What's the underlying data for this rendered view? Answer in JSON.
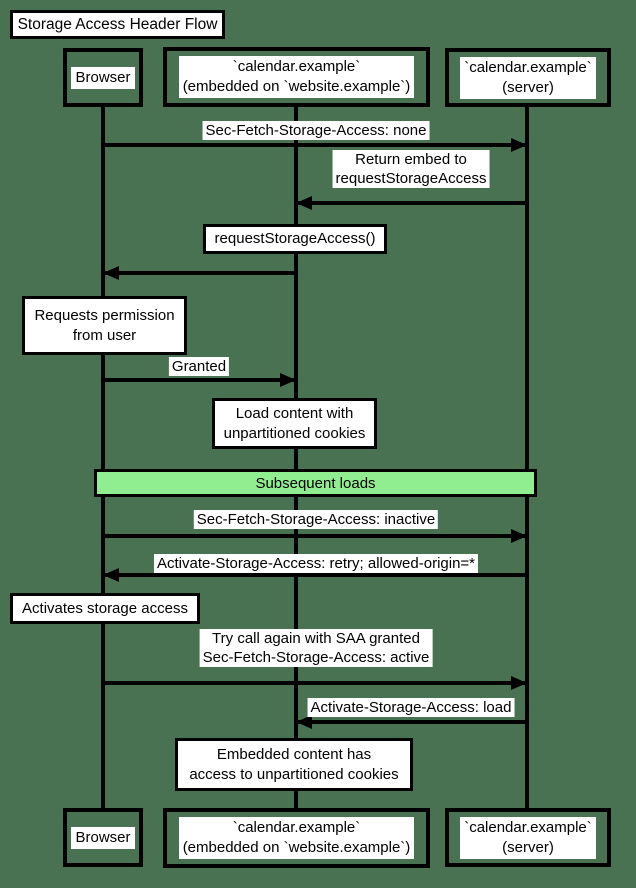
{
  "colors": {
    "background": "#497253",
    "line": "#000000",
    "box_fill": "#ffffff",
    "divider_fill": "#90ee90"
  },
  "title": "Storage Access Header Flow",
  "participants": {
    "browser": {
      "label": "Browser"
    },
    "embedded": {
      "line1": "`calendar.example`",
      "line2": "(embedded on `website.example`)"
    },
    "server": {
      "line1": "`calendar.example`",
      "line2": "(server)"
    }
  },
  "messages": {
    "m1": {
      "label": "Sec-Fetch-Storage-Access: none",
      "from": "browser",
      "to": "server"
    },
    "m2": {
      "line1": "Return embed to",
      "line2": "requestStorageAccess",
      "from": "server",
      "to": "embedded"
    },
    "m3": {
      "from": "embedded",
      "to": "browser"
    },
    "m4": {
      "label": "Granted",
      "from": "browser",
      "to": "embedded"
    },
    "m5": {
      "label": "Sec-Fetch-Storage-Access: inactive",
      "from": "browser",
      "to": "server"
    },
    "m6": {
      "label": "Activate-Storage-Access: retry; allowed-origin=*",
      "from": "server",
      "to": "browser"
    },
    "m7": {
      "line1": "Try call again with SAA granted",
      "line2": "Sec-Fetch-Storage-Access: active",
      "from": "browser",
      "to": "server"
    },
    "m8": {
      "label": "Activate-Storage-Access: load",
      "from": "server",
      "to": "embedded"
    }
  },
  "notes": {
    "request_storage_access": {
      "label": "requestStorageAccess()",
      "over": "embedded"
    },
    "requests_permission": {
      "line1": "Requests permission",
      "line2": "from user",
      "over": "browser"
    },
    "load_content": {
      "line1": "Load content with",
      "line2": "unpartitioned cookies",
      "over": "embedded"
    },
    "activates_storage": {
      "label": "Activates storage access",
      "over": "browser"
    },
    "embedded_access": {
      "line1": "Embedded content has",
      "line2": "access to unpartitioned cookies",
      "over": "embedded"
    }
  },
  "divider": {
    "label": "Subsequent loads"
  }
}
